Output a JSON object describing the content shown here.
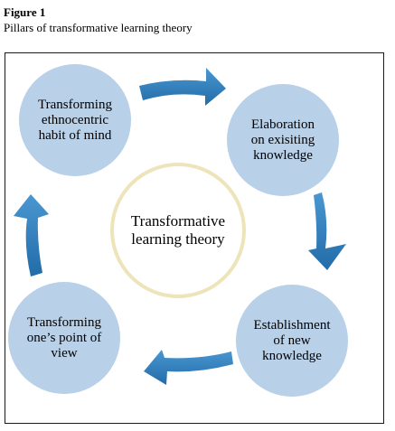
{
  "figure": {
    "label": "Figure 1",
    "caption": "Pillars of transformative learning theory"
  },
  "diagram": {
    "center": "Transformative\nlearning theory",
    "nodes": [
      {
        "id": "top-left",
        "text": "Transforming\nethnocentric\nhabit of mind"
      },
      {
        "id": "top-right",
        "text": "Elaboration\non exisiting\nknowledge"
      },
      {
        "id": "bottom-right",
        "text": "Establishment\nof new\nknowledge"
      },
      {
        "id": "bottom-left",
        "text": "Transforming\none’s point of\nview"
      }
    ],
    "colors": {
      "node_fill": "#b8d0e8",
      "center_ring": "#ede4ba",
      "arrow": "#2f80c0"
    }
  }
}
